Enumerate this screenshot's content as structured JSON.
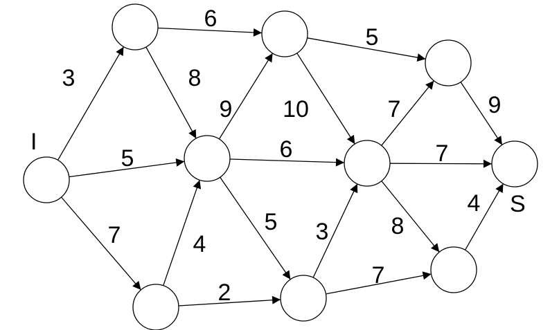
{
  "labels": {
    "source": "I",
    "sink": "S"
  },
  "edges": [
    {
      "from": "I",
      "to": "A",
      "weight": "3"
    },
    {
      "from": "I",
      "to": "D",
      "weight": "5"
    },
    {
      "from": "I",
      "to": "G",
      "weight": "7"
    },
    {
      "from": "A",
      "to": "B",
      "weight": "6"
    },
    {
      "from": "A",
      "to": "D",
      "weight": "8"
    },
    {
      "from": "B",
      "to": "C",
      "weight": "5"
    },
    {
      "from": "B",
      "to": "E",
      "weight": "10"
    },
    {
      "from": "D",
      "to": "B",
      "weight": "9"
    },
    {
      "from": "D",
      "to": "E",
      "weight": "6"
    },
    {
      "from": "D",
      "to": "H",
      "weight": "5"
    },
    {
      "from": "G",
      "to": "D",
      "weight": "4"
    },
    {
      "from": "G",
      "to": "H",
      "weight": "2"
    },
    {
      "from": "H",
      "to": "E",
      "weight": "3"
    },
    {
      "from": "H",
      "to": "J",
      "weight": "7"
    },
    {
      "from": "E",
      "to": "C",
      "weight": "7"
    },
    {
      "from": "E",
      "to": "S",
      "weight": "7"
    },
    {
      "from": "E",
      "to": "J",
      "weight": "8"
    },
    {
      "from": "C",
      "to": "S",
      "weight": "9"
    },
    {
      "from": "J",
      "to": "S",
      "weight": "4"
    }
  ]
}
